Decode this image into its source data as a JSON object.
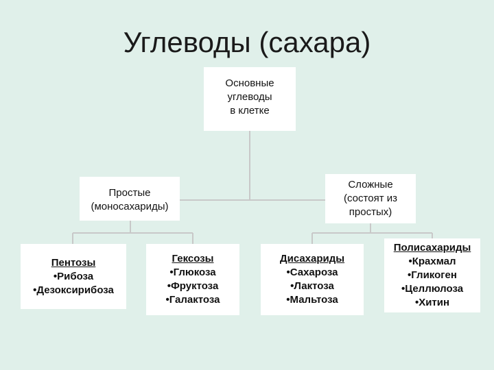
{
  "title": "Углеводы (сахара)",
  "root": {
    "lines": [
      "Основные",
      "углеводы",
      "в клетке"
    ]
  },
  "simple": {
    "lines": [
      "Простые",
      "(моносахариды)"
    ]
  },
  "complex": {
    "lines": [
      "Сложные",
      "(состоят из",
      "простых)"
    ]
  },
  "pentoses": {
    "head": "Пентозы",
    "items": [
      "•Рибоза",
      "•Дезоксирибоза"
    ]
  },
  "hexoses": {
    "head": "Гексозы",
    "items": [
      "•Глюкоза",
      "•Фруктоза",
      "•Галактоза"
    ]
  },
  "disaccharides": {
    "head": "Дисахариды",
    "items": [
      "•Сахароза",
      "•Лактоза",
      "•Мальтоза"
    ]
  },
  "polysaccharides": {
    "head": "Полисахариды",
    "items": [
      "•Крахмал",
      "•Гликоген",
      "•Целлюлоза",
      "•Хитин"
    ]
  },
  "colors": {
    "background": "#e0f0ea",
    "connector": "#c8c8c8",
    "box": "#ffffff"
  }
}
